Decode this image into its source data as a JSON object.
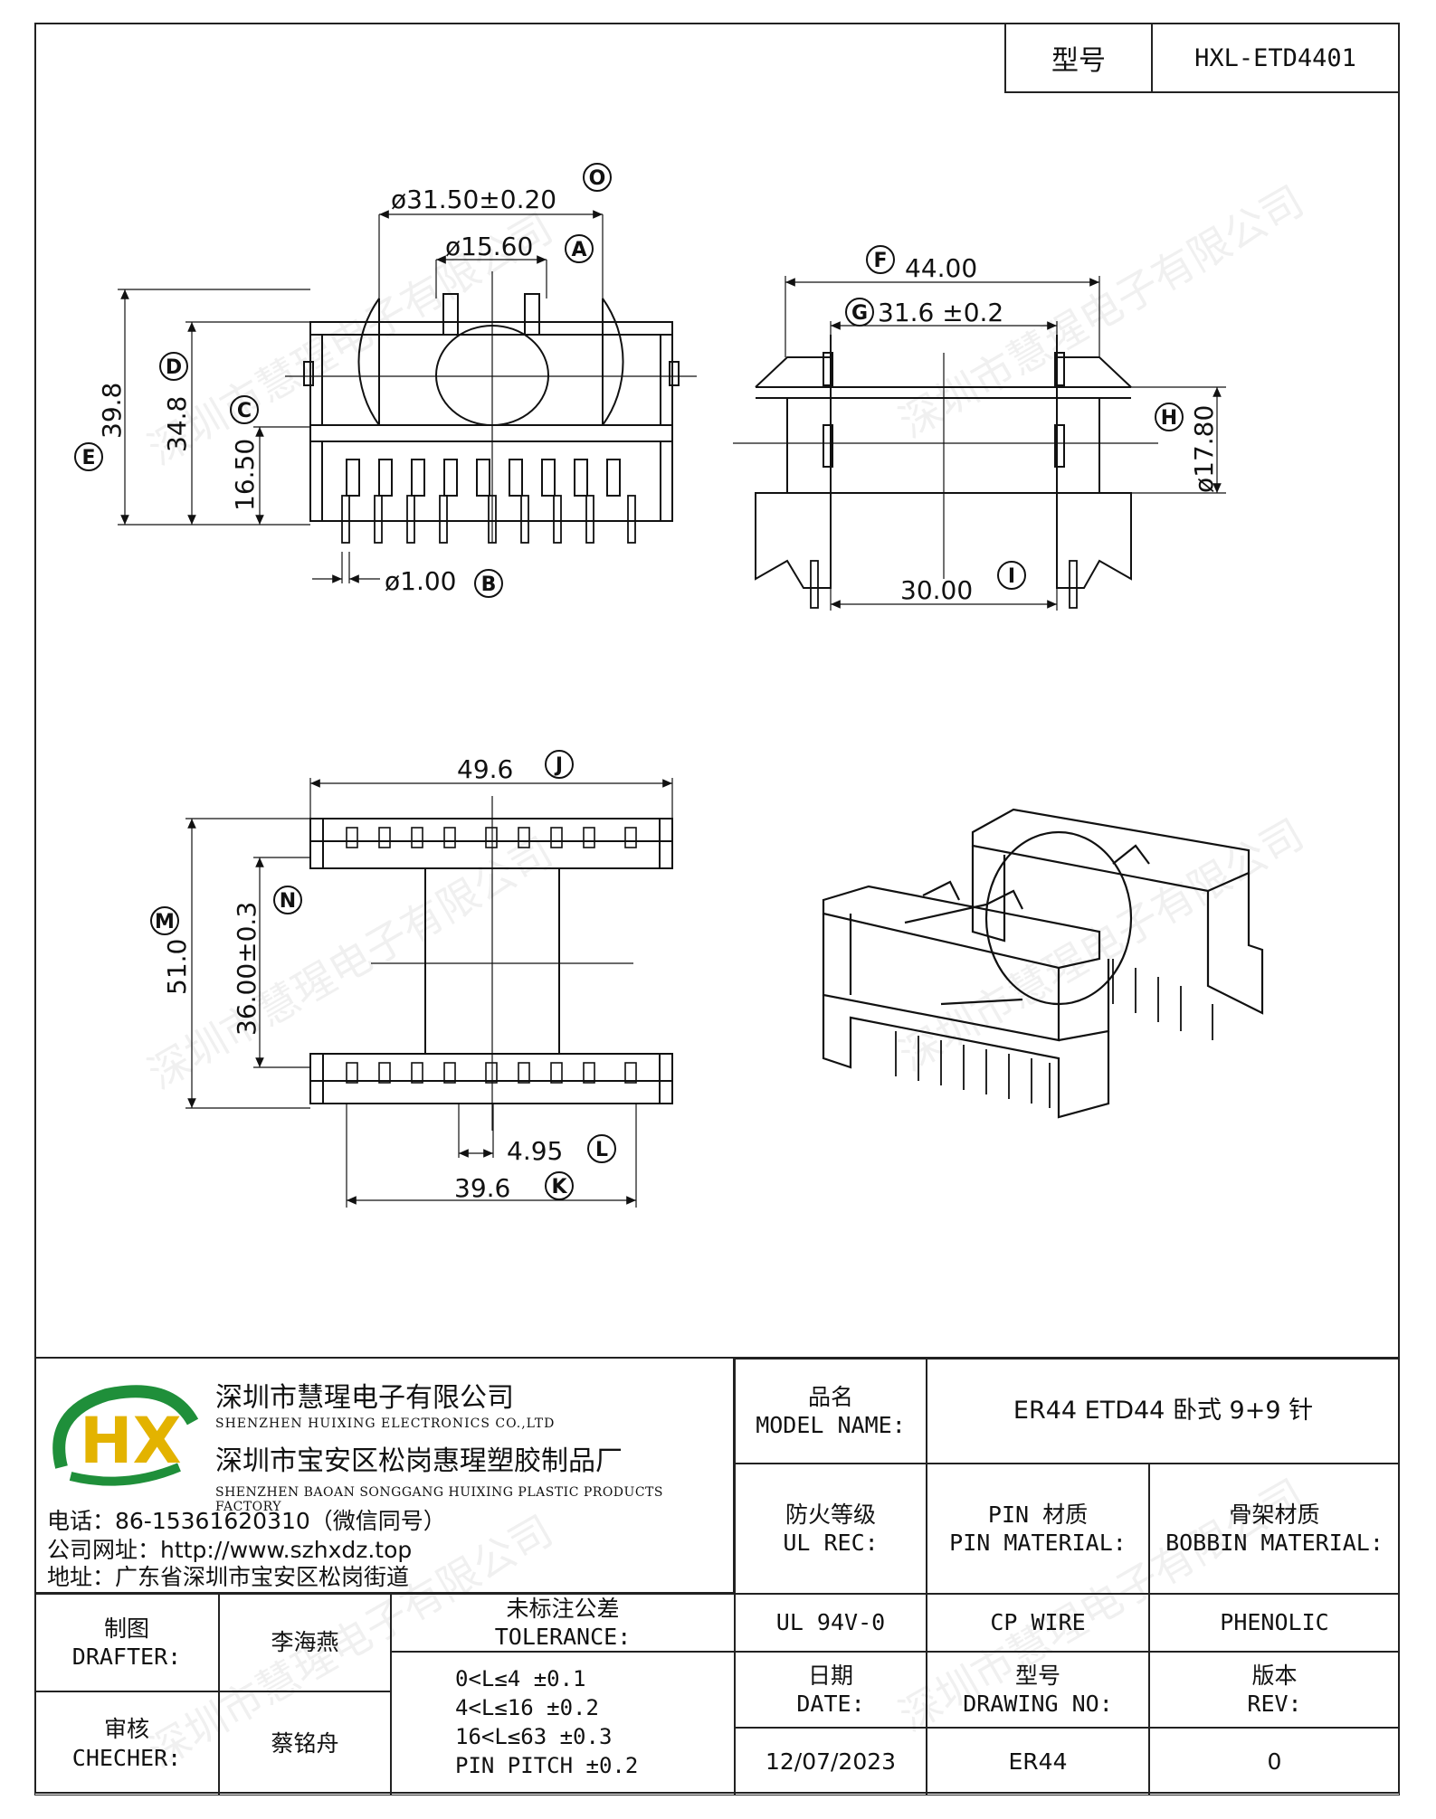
{
  "header": {
    "model_label": "型号",
    "model_value": "HXL-ETD4401"
  },
  "dimensions": {
    "O": "ø31.50±0.20",
    "A": "ø15.60",
    "B": "ø1.00",
    "C": "16.50",
    "D": "34.8",
    "E": "39.8",
    "F": "44.00",
    "G": "31.6 ±0.2",
    "H": "ø17.80",
    "I": "30.00",
    "J": "49.6",
    "M": "51.0",
    "N": "36.00±0.3",
    "L": "4.95",
    "K": "39.6"
  },
  "markers": [
    "O",
    "A",
    "B",
    "C",
    "D",
    "E",
    "F",
    "G",
    "H",
    "I",
    "J",
    "M",
    "N",
    "L",
    "K"
  ],
  "watermark": "深圳市慧瑆电子有限公司",
  "company": {
    "logo_text": "HX",
    "name_cn": "深圳市慧瑆电子有限公司",
    "name_en": "SHENZHEN HUIXING ELECTRONICS CO.,LTD",
    "factory_cn": "深圳市宝安区松岗惠瑆塑胶制品厂",
    "factory_en": "SHENZHEN BAOAN SONGGANG HUIXING PLASTIC PRODUCTS FACTORY",
    "phone": "电话：86-15361620310（微信同号）",
    "website": "公司网址：http://www.szhxdz.top",
    "address": "地址：广东省深圳市宝安区松岗街道"
  },
  "title_block": {
    "model_name_cn": "品名",
    "model_name_en": "MODEL NAME:",
    "model_name_value": "ER44 ETD44 卧式 9+9 针",
    "ul_cn": "防火等级",
    "ul_en": "UL REC:",
    "pin_cn": "PIN 材质",
    "pin_en": "PIN MATERIAL:",
    "bobbin_cn": "骨架材质",
    "bobbin_en": "BOBBIN MATERIAL:",
    "ul_value": "UL 94V-0",
    "pin_value": "CP WIRE",
    "bobbin_value": "PHENOLIC",
    "drafter_cn": "制图",
    "drafter_en": "DRAFTER:",
    "drafter_value": "李海燕",
    "checker_cn": "审核",
    "checker_en": "CHECHER:",
    "checker_value": "蔡铭舟",
    "tolerance_cn": "未标注公差",
    "tolerance_en": "TOLERANCE:",
    "tolerance_lines": [
      "0<L≤4   ±0.1",
      "4<L≤16  ±0.2",
      "16<L≤63 ±0.3",
      "PIN PITCH ±0.2"
    ],
    "date_cn": "日期",
    "date_en": "DATE:",
    "date_value": "12/07/2023",
    "drawing_cn": "型号",
    "drawing_en": "DRAWING NO:",
    "drawing_value": "ER44",
    "rev_cn": "版本",
    "rev_en": "REV:",
    "rev_value": "0"
  }
}
